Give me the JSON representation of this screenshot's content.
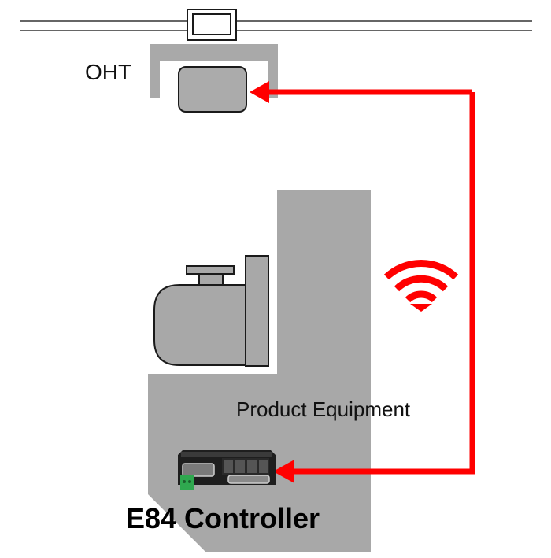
{
  "labels": {
    "oht": "OHT",
    "equipment": "Product Equipment",
    "controller": "E84 Controller"
  },
  "colors": {
    "signal": "#ff0000",
    "equipment_fill": "#a8a8a8",
    "oht_body": "#ababab",
    "outline": "#1a1a1a",
    "rail": "#333333"
  },
  "icons": [
    "wifi-icon",
    "arrow-head-icon",
    "e84-controller-device"
  ]
}
